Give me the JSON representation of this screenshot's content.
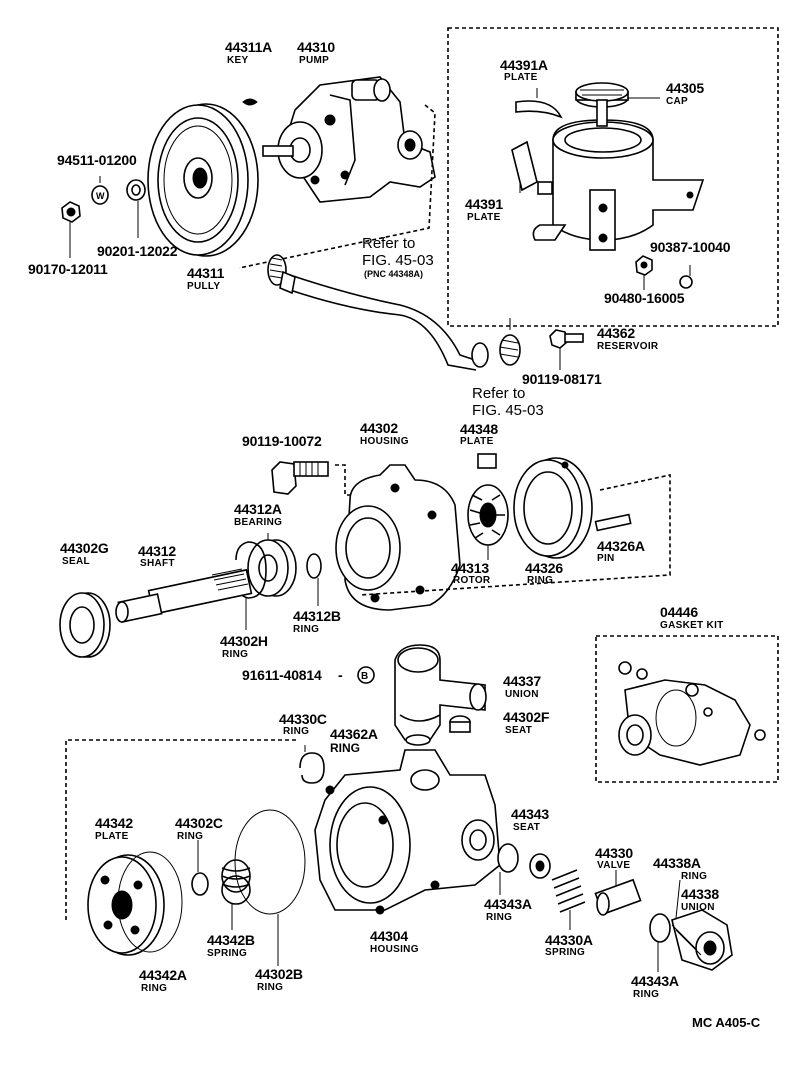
{
  "parts": [
    {
      "id": "p44311A",
      "number": "44311A",
      "name": "KEY"
    },
    {
      "id": "p44310",
      "number": "44310",
      "name": "PUMP"
    },
    {
      "id": "p94511",
      "number": "94511-01200",
      "name": ""
    },
    {
      "id": "p90201",
      "number": "90201-12022",
      "name": ""
    },
    {
      "id": "p90170",
      "number": "90170-12011",
      "name": ""
    },
    {
      "id": "p44311",
      "number": "44311",
      "name": "PULLY"
    },
    {
      "id": "p44391A",
      "number": "44391A",
      "name": "PLATE"
    },
    {
      "id": "p44305",
      "number": "44305",
      "name": "CAP"
    },
    {
      "id": "p44391",
      "number": "44391",
      "name": "PLATE"
    },
    {
      "id": "p90387",
      "number": "90387-10040",
      "name": ""
    },
    {
      "id": "p90480",
      "number": "90480-16005",
      "name": ""
    },
    {
      "id": "p44362",
      "number": "44362",
      "name": "RESERVOIR"
    },
    {
      "id": "p90119a",
      "number": "90119-08171",
      "name": ""
    },
    {
      "id": "p90119b",
      "number": "90119-10072",
      "name": ""
    },
    {
      "id": "p44302",
      "number": "44302",
      "name": "HOUSING"
    },
    {
      "id": "p44348",
      "number": "44348",
      "name": "PLATE"
    },
    {
      "id": "p44312A",
      "number": "44312A",
      "name": "BEARING"
    },
    {
      "id": "p44302G",
      "number": "44302G",
      "name": "SEAL"
    },
    {
      "id": "p44312",
      "number": "44312",
      "name": "SHAFT"
    },
    {
      "id": "p44313",
      "number": "44313",
      "name": "ROTOR"
    },
    {
      "id": "p44326",
      "number": "44326",
      "name": "RING"
    },
    {
      "id": "p44326A",
      "number": "44326A",
      "name": "PIN"
    },
    {
      "id": "p44312B",
      "number": "44312B",
      "name": "RING"
    },
    {
      "id": "p44302H",
      "number": "44302H",
      "name": "RING"
    },
    {
      "id": "p04446",
      "number": "04446",
      "name": "GASKET KIT"
    },
    {
      "id": "p91611",
      "number": "91611-40814",
      "name": ""
    },
    {
      "id": "p44337",
      "number": "44337",
      "name": "UNION"
    },
    {
      "id": "p44330C",
      "number": "44330C",
      "name": "RING"
    },
    {
      "id": "p44362A",
      "number": "44362A",
      "name": "RING"
    },
    {
      "id": "p44302F",
      "number": "44302F",
      "name": "SEAT"
    },
    {
      "id": "p44342",
      "number": "44342",
      "name": "PLATE"
    },
    {
      "id": "p44302C",
      "number": "44302C",
      "name": "RING"
    },
    {
      "id": "p44343",
      "number": "44343",
      "name": "SEAT"
    },
    {
      "id": "p44330",
      "number": "44330",
      "name": "VALVE"
    },
    {
      "id": "p44338A",
      "number": "44338A",
      "name": "RING"
    },
    {
      "id": "p44338",
      "number": "44338",
      "name": "UNION"
    },
    {
      "id": "p44342B",
      "number": "44342B",
      "name": "SPRING"
    },
    {
      "id": "p44302B",
      "number": "44302B",
      "name": "RING"
    },
    {
      "id": "p44304",
      "number": "44304",
      "name": "HOUSING"
    },
    {
      "id": "p44343Aa",
      "number": "44343A",
      "name": "RING"
    },
    {
      "id": "p44330A",
      "number": "44330A",
      "name": "SPRING"
    },
    {
      "id": "p44342A",
      "number": "44342A",
      "name": "RING"
    },
    {
      "id": "p44343Ab",
      "number": "44343A",
      "name": "RING"
    }
  ],
  "references": [
    {
      "id": "ref1",
      "line1": "Refer to",
      "line2": "FIG. 45-03",
      "line3": "(PNC 44348A)"
    },
    {
      "id": "ref2",
      "line1": "Refer to",
      "line2": "FIG. 45-03",
      "line3": ""
    }
  ],
  "markers": {
    "w": "W",
    "b": "B"
  },
  "diagram_code": "MC A405-C"
}
